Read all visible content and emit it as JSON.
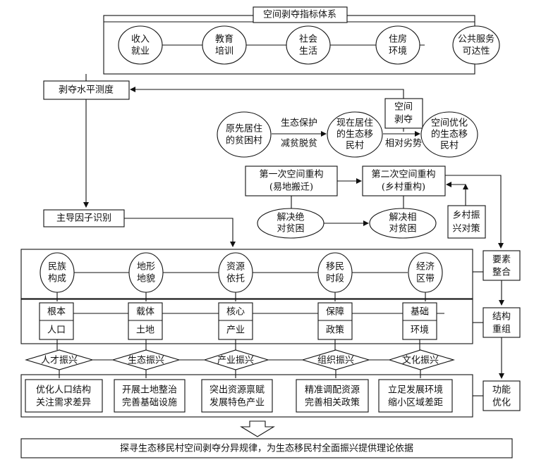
{
  "title": "空间剥夺指标体系",
  "indicators": [
    {
      "l1": "收入",
      "l2": "就业"
    },
    {
      "l1": "教育",
      "l2": "培训"
    },
    {
      "l1": "社会",
      "l2": "生活"
    },
    {
      "l1": "住房",
      "l2": "环境"
    },
    {
      "l1": "公共服务",
      "l2": "可达性"
    }
  ],
  "deprivation_measure": "剥夺水平测度",
  "space_deprivation": {
    "l1": "空间",
    "l2": "剥夺"
  },
  "original_village": {
    "l1": "原先居住",
    "l2": "的贫困村"
  },
  "ecomig_village": {
    "l1": "现在居住",
    "l2": "的生态移",
    "l3": "民村"
  },
  "spatial_optimized": {
    "l1": "空间优化",
    "l2": "的生态移",
    "l3": "民村"
  },
  "arrow_labels": {
    "eco_protect": "生态保护",
    "poverty_relief": "减贫脱贫",
    "relative_disadv": "相对劣势"
  },
  "reconstruct1": {
    "l1": "第一次空间重构",
    "l2": "(易地搬迁)"
  },
  "reconstruct2": {
    "l1": "第二次空间重构",
    "l2": "(乡村重构)"
  },
  "solve_absolute": {
    "l1": "解决绝",
    "l2": "对贫困"
  },
  "solve_relative": {
    "l1": "解决相",
    "l2": "对贫困"
  },
  "rural_policy": {
    "l1": "乡村振",
    "l2": "兴对策"
  },
  "dominant_factor": "主导因子识别",
  "factors": [
    {
      "l1": "民族",
      "l2": "构成"
    },
    {
      "l1": "地形",
      "l2": "地貌"
    },
    {
      "l1": "资源",
      "l2": "依托"
    },
    {
      "l1": "移民",
      "l2": "时段"
    },
    {
      "l1": "经济",
      "l2": "区带"
    }
  ],
  "pairs": [
    {
      "top": "根本",
      "bottom": "人口"
    },
    {
      "top": "载体",
      "bottom": "土地"
    },
    {
      "top": "核心",
      "bottom": "产业"
    },
    {
      "top": "保障",
      "bottom": "政策"
    },
    {
      "top": "基础",
      "bottom": "环境"
    }
  ],
  "revitalizations": [
    "人才振兴",
    "生态振兴",
    "产业振兴",
    "组织振兴",
    "文化振兴"
  ],
  "actions": [
    {
      "l1": "优化人口结构",
      "l2": "关注需求差异"
    },
    {
      "l1": "开展土地整治",
      "l2": "完善基础设施"
    },
    {
      "l1": "突出资源禀赋",
      "l2": "发展特色产业"
    },
    {
      "l1": "精准调配资源",
      "l2": "完善相关政策"
    },
    {
      "l1": "立足发展环境",
      "l2": "缩小区域差距"
    }
  ],
  "side_steps": [
    {
      "l1": "要素",
      "l2": "整合"
    },
    {
      "l1": "结构",
      "l2": "重组"
    },
    {
      "l1": "功能",
      "l2": "优化"
    }
  ],
  "conclusion": "探寻生态移民村空间剥夺分异规律，为生态移民村全面振兴提供理论依据"
}
